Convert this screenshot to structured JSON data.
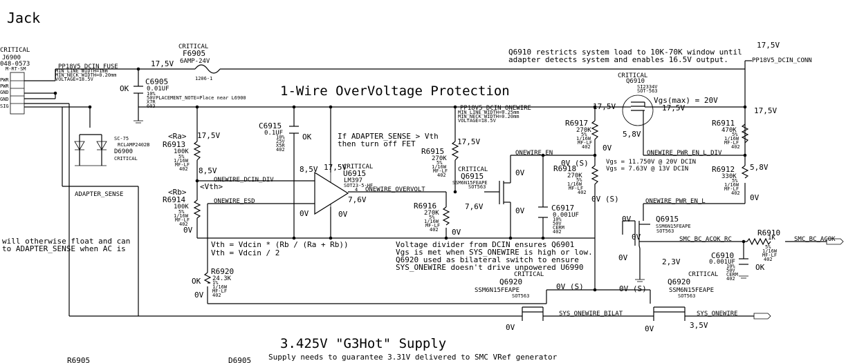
{
  "header": {
    "sheet_name": "Jack"
  },
  "titles": {
    "protection": "1-Wire OverVoltage Protection",
    "supply": "3.425V \"G3Hot\" Supply",
    "supply_note": "Supply needs to guarantee 3.31V delivered to SMC VRef generator"
  },
  "notes": {
    "q6910_line1": "Q6910 restricts system load to 10K-70K window until",
    "q6910_line2": "adapter detects system and enables 16.5V output.",
    "adapter_line1": "If ADAPTER_SENSE > Vth",
    "adapter_line2": "then turn off FET",
    "vth_line1": "Vth = Vdcin * (Rb / (Ra + Rb))",
    "vth_line2": "Vth = Vdcin / 2",
    "divider_line1": "Voltage divider from DCIN ensures Q6901",
    "divider_line2": "Vgs is met when SYS_ONEWIRE is high or low.",
    "divider_line3": "Q6920 used as bilateral switch to ensure",
    "divider_line4": "SYS_ONEWIRE doesn't drive unpowered U6990",
    "float_line1": "will otherwise float and can",
    "float_line2": "to ADAPTER_SENSE when AC is",
    "vgs_line1": "Vgs = 11.750V @ 20V DCIN",
    "vgs_line2": "Vgs = 7.63V @ 13V DCIN",
    "vgs_max": "Vgs(max) = 20V"
  },
  "nets": {
    "dcin_fuse": "PP18V5_DCIN_FUSE",
    "fuse_line1": "MIN_LINE_WIDTH=1mm",
    "fuse_line2": "MIN_NECK_WIDTH=0.20mm",
    "fuse_line3": "VOLTAGE=18.5V",
    "dcin_onewire": "PP18V5_DCIN_ONEWIRE",
    "onewire_line1": "MIN_LINE_WIDTH=0.25mm",
    "onewire_line2": "MIN_NECK_WIDTH=0.20mm",
    "onewire_line3": "VOLTAGE=18.5V",
    "dcin_conn": "PP18V5_DCIN_CONN",
    "onewire_dcin_div": "ONEWIRE_DCIN_DIV",
    "vth_tag": "<Vth>",
    "onewire_esd": "ONEWIRE_ESD",
    "onewire_overvolt": "ONEWIRE_OVERVOLT",
    "onewire_en": "ONEWIRE_EN",
    "onewire_pwr_en_l_div": "ONEWIRE_PWR_EN_L_DIV",
    "onewire_pwr_en_l": "ONEWIRE_PWR_EN_L",
    "smc_bc_acok_rc": "SMC_BC_ACOK_RC",
    "smc_bc_acok": "SMC_BC_ACOK",
    "sys_onewire_bilat": "SYS_ONEWIRE_BILAT",
    "sys_onewire": "SYS_ONEWIRE",
    "adapter_sense": "ADAPTER_SENSE"
  },
  "components": {
    "j6900": {
      "crit": "CRITICAL",
      "ref": "J6900",
      "part": "048-0573",
      "sub": "M-RT-SM",
      "pins": [
        "PWR",
        "PWR",
        "GND",
        "GND",
        "SIG"
      ]
    },
    "f6905": {
      "crit": "CRITICAL",
      "ref": "F6905",
      "val": "6AMP-24V",
      "pkg": "1206-1"
    },
    "c6905": {
      "ref": "C6905",
      "val": "0.01UF",
      "l1": "10%",
      "l2": "50V",
      "l3": "X7R",
      "l4": "603",
      "note": "PLACEMENT_NOTE=Place near L6900"
    },
    "d6900": {
      "ref": "D6900",
      "crit": "CRITICAL",
      "part": "RCLAMP2402B",
      "pkg": "SC-75"
    },
    "r6913": {
      "ref": "R6913",
      "tag": "<Ra>",
      "val": "100K",
      "l1": "5%",
      "l2": "1/16W",
      "l3": "MF-LF",
      "l4": "402"
    },
    "r6914": {
      "ref": "R6914",
      "tag": "<Rb>",
      "val": "100K",
      "l1": "5%",
      "l2": "1/16W",
      "l3": "MF-LF",
      "l4": "402"
    },
    "c6915": {
      "ref": "C6915",
      "val": "0.1UF",
      "l1": "10%",
      "l2": "25V",
      "l3": "X5R",
      "l4": "402"
    },
    "u6915": {
      "crit": "CRITICAL",
      "ref": "U6915",
      "part": "LM397",
      "pkg": "SOT23-5-HF"
    },
    "r6920": {
      "ref": "R6920",
      "val": "24.3K",
      "l1": "1%",
      "l2": "1/16W",
      "l3": "MF-LF",
      "l4": "402"
    },
    "r6915": {
      "ref": "R6915",
      "val": "270K",
      "l1": "5%",
      "l2": "1/16W",
      "l3": "MF-LF",
      "l4": "402"
    },
    "r6916": {
      "ref": "R6916",
      "val": "270K",
      "l1": "5%",
      "l2": "1/16W",
      "l3": "MF-LF",
      "l4": "402"
    },
    "q6915": {
      "crit": "CRITICAL",
      "ref": "Q6915",
      "part": "SSM6N15FEAPE",
      "pkg": "SOT563"
    },
    "r6917": {
      "ref": "R6917",
      "val": "270K",
      "l1": "5%",
      "l2": "1/16W",
      "l3": "MF-LF",
      "l4": "402"
    },
    "r6918": {
      "ref": "R6918",
      "val": "270K",
      "l1": "5%",
      "l2": "1/16W",
      "l3": "MF-LF",
      "l4": "402"
    },
    "c6917": {
      "ref": "C6917",
      "val": "0.001UF",
      "l1": "10%",
      "l2": "50V",
      "l3": "CERM",
      "l4": "402"
    },
    "q6910": {
      "crit": "CRITICAL",
      "ref": "Q6910",
      "part": "SI2334V",
      "pkg": "SOT-563"
    },
    "r6911": {
      "ref": "R6911",
      "val": "470K",
      "l1": "5%",
      "l2": "1/16W",
      "l3": "MF-LF",
      "l4": "402"
    },
    "r6912": {
      "ref": "R6912",
      "val": "330K",
      "l1": "5%",
      "l2": "1/16W",
      "l3": "MF-LF",
      "l4": "402"
    },
    "q6915b": {
      "ref": "Q6915",
      "part": "SSM6N15FEAPE",
      "pkg": "SOT563"
    },
    "r6910": {
      "ref": "R6910",
      "val": "1K",
      "l1": "5%",
      "l2": "1/16W",
      "l3": "MF-LF",
      "l4": "402"
    },
    "c6910": {
      "ref": "C6910",
      "val": "0.001UF",
      "l1": "10%",
      "l2": "50V",
      "l3": "CERM",
      "l4": "402"
    },
    "q6920a": {
      "crit": "CRITICAL",
      "ref": "Q6920",
      "part": "SSM6N15FEAPE",
      "pkg": "SOT563"
    },
    "q6920b": {
      "crit": "CRITICAL",
      "ref": "Q6920",
      "part": "SSM6N15FEAPE",
      "pkg": "SOT563"
    },
    "u6915_pin4": "4",
    "bottom_refs": [
      "R6905",
      "D6905"
    ]
  },
  "annotations": {
    "v17_5": "17,5V",
    "v8_5": "8,5V",
    "v7_6": "7,6V",
    "v0": "0V",
    "v0s": "0V (S)",
    "v5_8": "5,8V",
    "v2_3": "2,3V",
    "v3_5": "3,5V",
    "ok": "OK"
  },
  "colors": {
    "ink": "#000000",
    "paper": "#ffffff"
  }
}
